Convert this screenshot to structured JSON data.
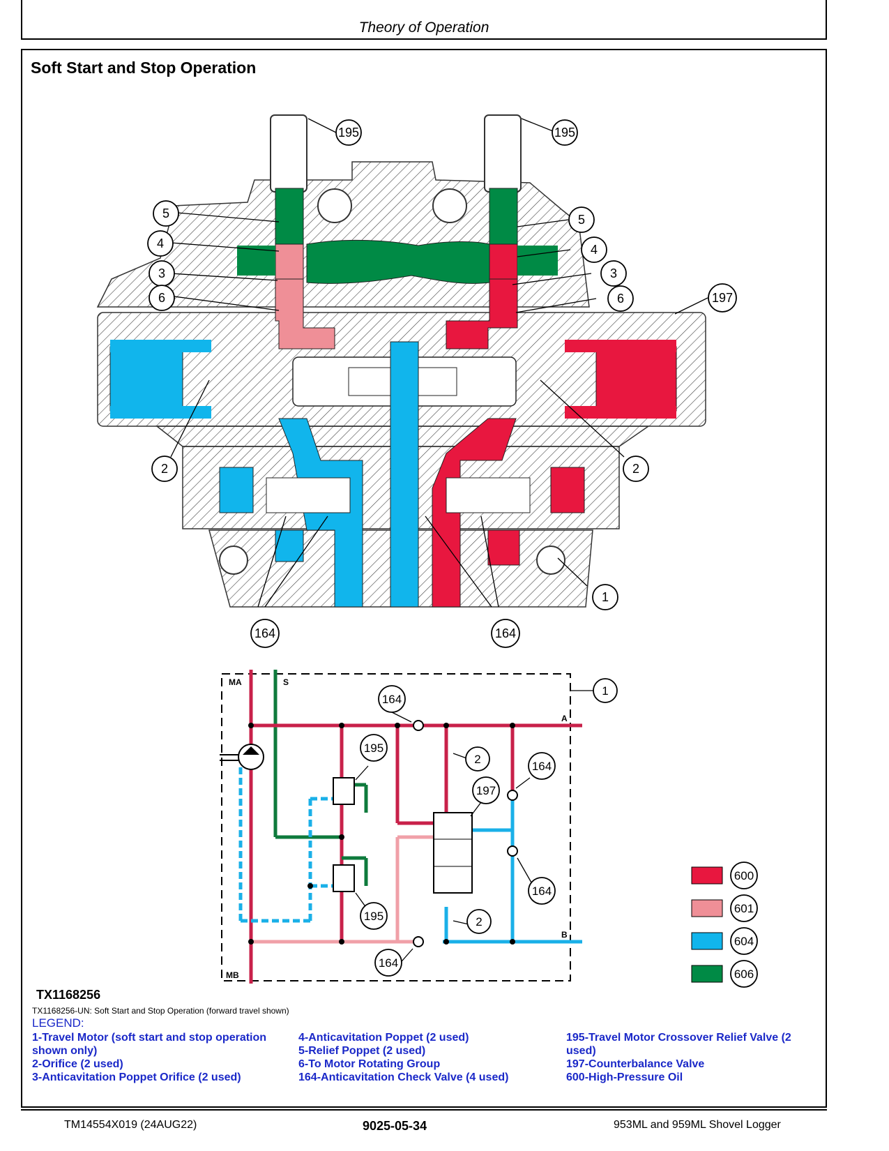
{
  "header": {
    "title": "Theory of Operation"
  },
  "section": {
    "title": "Soft Start and Stop Operation"
  },
  "figure": {
    "id": "TX1168256",
    "caption": "TX1168256-UN: Soft Start and Stop Operation (forward travel shown)",
    "callouts": {
      "c195": "195",
      "c5": "5",
      "c4": "4",
      "c3": "3",
      "c6": "6",
      "c197": "197",
      "c2": "2",
      "c1": "1",
      "c164": "164"
    },
    "schematic_labels": {
      "ma": "MA",
      "s": "S",
      "a": "A",
      "b": "B",
      "mb": "MB"
    },
    "color_key": [
      {
        "code": "600",
        "color": "#e8173f"
      },
      {
        "code": "601",
        "color": "#ef8f97"
      },
      {
        "code": "604",
        "color": "#11b5ec"
      },
      {
        "code": "606",
        "color": "#008a45"
      }
    ]
  },
  "legend": {
    "title": "LEGEND:",
    "col1": [
      "1-Travel Motor (soft start and stop operation shown only)",
      "2-Orifice (2 used)",
      "3-Anticavitation Poppet Orifice (2 used)"
    ],
    "col2": [
      "4-Anticavitation Poppet (2 used)",
      "5-Relief Poppet (2 used)",
      "6-To Motor Rotating Group",
      "164-Anticavitation Check Valve (4 used)"
    ],
    "col3": [
      "195-Travel Motor Crossover Relief Valve (2 used)",
      "197-Counterbalance Valve",
      "600-High-Pressure Oil"
    ]
  },
  "footer": {
    "left": "TM14554X019 (24AUG22)",
    "center": "9025-05-34",
    "right": "953ML and 959ML Shovel Logger"
  }
}
